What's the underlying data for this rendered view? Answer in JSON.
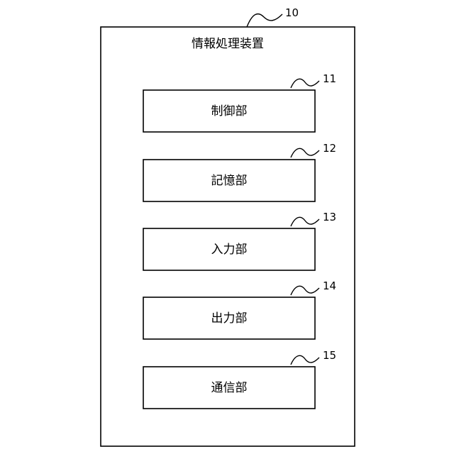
{
  "device": {
    "title": "情報処理装置",
    "ref": "10"
  },
  "units": [
    {
      "label": "制御部",
      "ref": "11"
    },
    {
      "label": "記憶部",
      "ref": "12"
    },
    {
      "label": "入力部",
      "ref": "13"
    },
    {
      "label": "出力部",
      "ref": "14"
    },
    {
      "label": "通信部",
      "ref": "15"
    }
  ]
}
